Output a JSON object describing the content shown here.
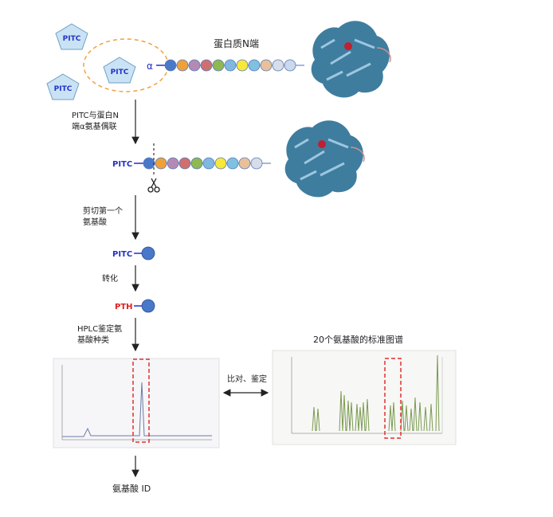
{
  "diagram": {
    "reagent_label": "PITC",
    "alpha_symbol": "α",
    "n_term_label": "蛋白质N端",
    "step1_label_lines": [
      "PITC与蛋白N",
      "端α氨基偶联"
    ],
    "step2_label_lines": [
      "剪切第一个",
      "氨基酸"
    ],
    "step3_label": "转化",
    "pth_label": "PTH",
    "step4_label_lines": [
      "HPLC鉴定氨",
      "基酸种类"
    ],
    "standards_title": "20个氨基酸的标准图谱",
    "compare_label": "比对、鉴定",
    "result_label": "氨基酸 ID",
    "colors": {
      "reagent_text": "#2431c8",
      "pth_text": "#e02020",
      "pentagon_fill": "#c9e3f4",
      "pentagon_stroke": "#6f9fc4",
      "dashed_circle": "#f0a040",
      "highlight_box": "#e03030",
      "protein": "#2a6f95"
    },
    "bead_colors_row1": [
      "#4a78c8",
      "#f0a038",
      "#b48ab4",
      "#cf6f70",
      "#8fb850",
      "#80b8e0",
      "#f8e838",
      "#80c0e0",
      "#eac098",
      "#d8dde8",
      "#ccd8ec"
    ],
    "bead_colors_row2": [
      "#4a78c8",
      "#f0a038",
      "#b48ab4",
      "#cf6f70",
      "#8fb850",
      "#80b8e0",
      "#f8e838",
      "#80c0e0",
      "#eac098",
      "#d8dde8"
    ]
  }
}
